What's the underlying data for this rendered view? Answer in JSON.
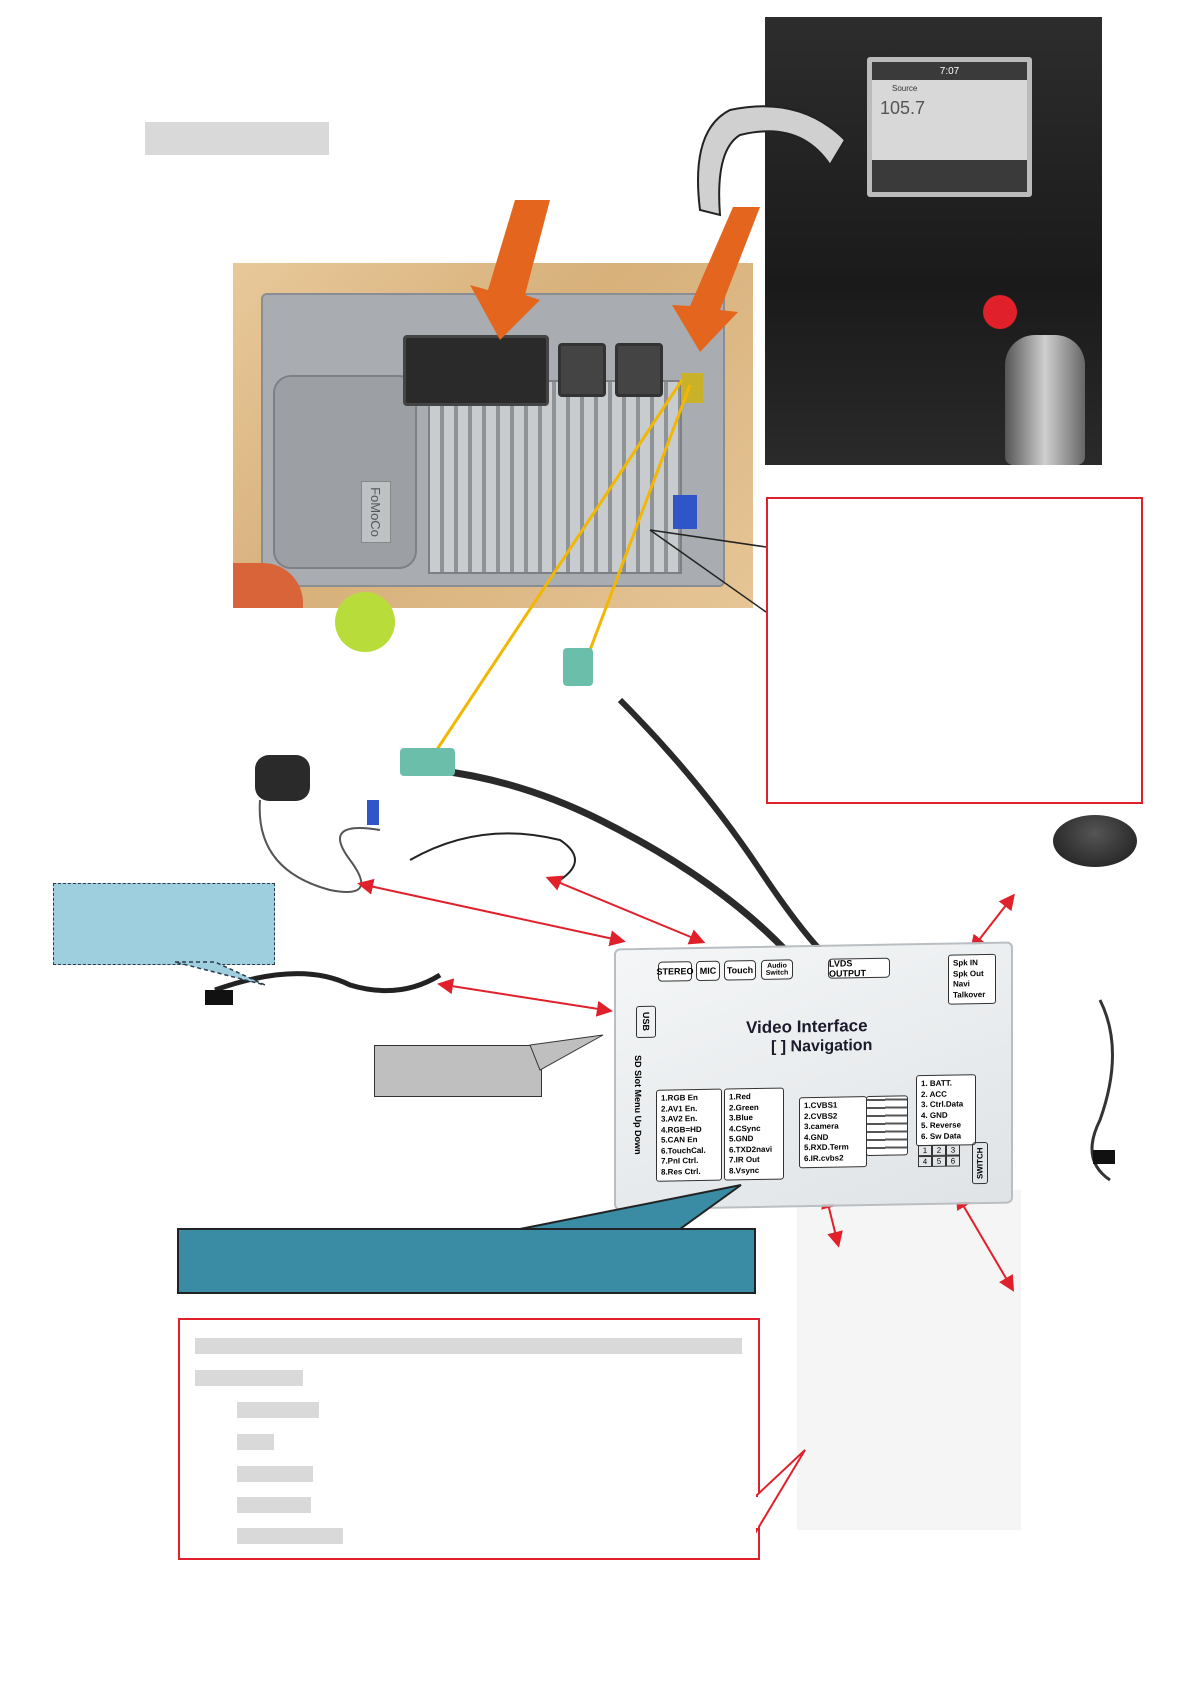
{
  "box": {
    "ports_top": [
      "STEREO",
      "MIC",
      "Touch",
      "Audio Switch",
      "LVDS OUTPUT"
    ],
    "spk_lines": [
      "Spk IN",
      "Spk Out",
      "Navi",
      "Talkover"
    ],
    "title": "Video Interface",
    "subtitle": "[ ] Navigation",
    "usb": "USB",
    "sd_text": "SD Slot",
    "menu_text": "Menu Up Down",
    "dip_list": [
      "1.RGB En",
      "2.AV1 En.",
      "3.AV2 En.",
      "4.RGB=HD",
      "5.CAN En",
      "6.TouchCal.",
      "7.PnI Ctrl.",
      "8.Res Ctrl."
    ],
    "rgb_list": [
      "1.Red",
      "2.Green",
      "3.Blue",
      "4.CSync",
      "5.GND",
      "6.TXD2navi",
      "7.IR Out",
      "8.Vsync"
    ],
    "cvbs_list": [
      "1.CVBS1",
      "2.CVBS2",
      "3.camera",
      "4.GND",
      "5.RXD.Term",
      "6.IR.cvbs2"
    ],
    "power_list": [
      "1. BATT.",
      "2. ACC",
      "3. Ctrl.Data",
      "4. GND",
      "5. Reverse",
      "6. Sw Data"
    ],
    "switch_label": "SWITCH",
    "switch_numbers": [
      "1",
      "2",
      "3",
      "4",
      "5",
      "6"
    ]
  },
  "dash": {
    "clock": "7:07",
    "source": "Source",
    "frequency": "105.7"
  },
  "head_unit": {
    "label": "FoMoCo"
  },
  "colors": {
    "orange_arrow": "#e4661e",
    "yellow_line": "#f2b705",
    "red_line": "#e0202a",
    "callout_teal": "#3a8ba4",
    "callout_blue": "#9ecfde"
  }
}
